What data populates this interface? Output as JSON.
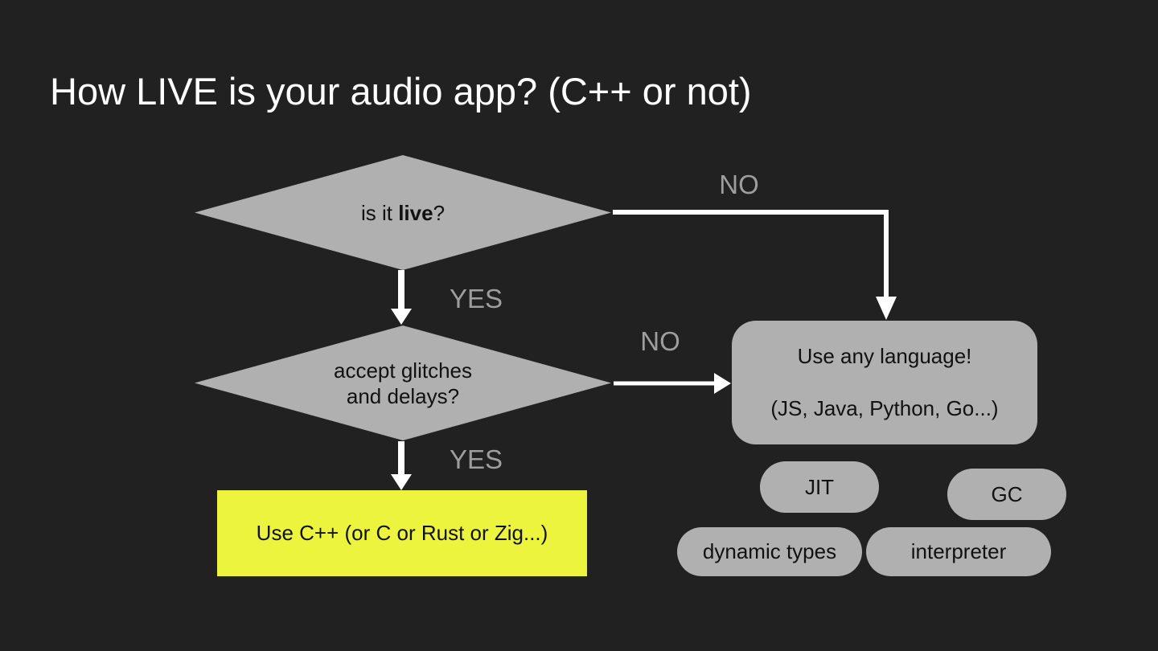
{
  "slide": {
    "title": "How LIVE is your audio app? (C++ or not)"
  },
  "colors": {
    "background": "#212121",
    "shape_gray": "#b0b0b0",
    "highlight_yellow": "#edf43e",
    "edge_label_gray": "#9e9e9e",
    "arrow_white": "#ffffff",
    "shape_text_dark": "#111111",
    "title_white": "#ffffff"
  },
  "flowchart": {
    "decision1": {
      "text_prefix": "is it ",
      "text_bold": "live",
      "text_suffix": "?"
    },
    "decision2": {
      "line1": "accept glitches",
      "line2": "and delays?"
    },
    "edge_labels": {
      "decision1_no": "NO",
      "decision1_yes": "YES",
      "decision2_no": "NO",
      "decision2_yes": "YES"
    },
    "result_live": {
      "text": "Use C++ (or C or Rust or Zig...)"
    },
    "result_any": {
      "line1": "Use any language!",
      "line2": "(JS, Java, Python, Go...)"
    },
    "tags": [
      {
        "label": "JIT"
      },
      {
        "label": "GC"
      },
      {
        "label": "dynamic types"
      },
      {
        "label": "interpreter"
      }
    ]
  }
}
